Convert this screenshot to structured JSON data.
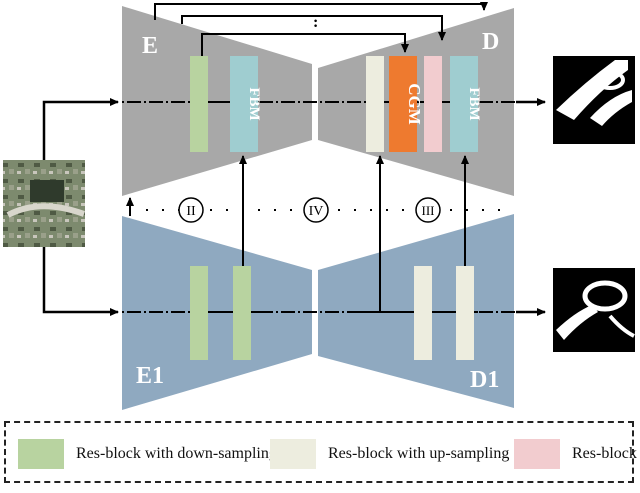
{
  "blocks": {
    "encoder_top": "E",
    "decoder_top": "D",
    "encoder_bottom": "E1",
    "decoder_bottom": "D1",
    "fbm": "FBM",
    "cgm": "CGM",
    "vertical_dots": ":"
  },
  "markers": {
    "ii": "II",
    "iii": "III",
    "iv": "IV"
  },
  "legend": {
    "down": "Res-block with down-sampling",
    "up": "Res-block with up-sampling",
    "res": "Res-block"
  },
  "colors": {
    "encoder_gray": "#a8a8a8",
    "steel_blue": "#8fa9c0",
    "down_green": "#b8d3a0",
    "up_cream": "#ededdf",
    "res_pink": "#f2cccf",
    "fbm_teal": "#9fcdd0",
    "cgm_orange": "#ee7a2f"
  }
}
